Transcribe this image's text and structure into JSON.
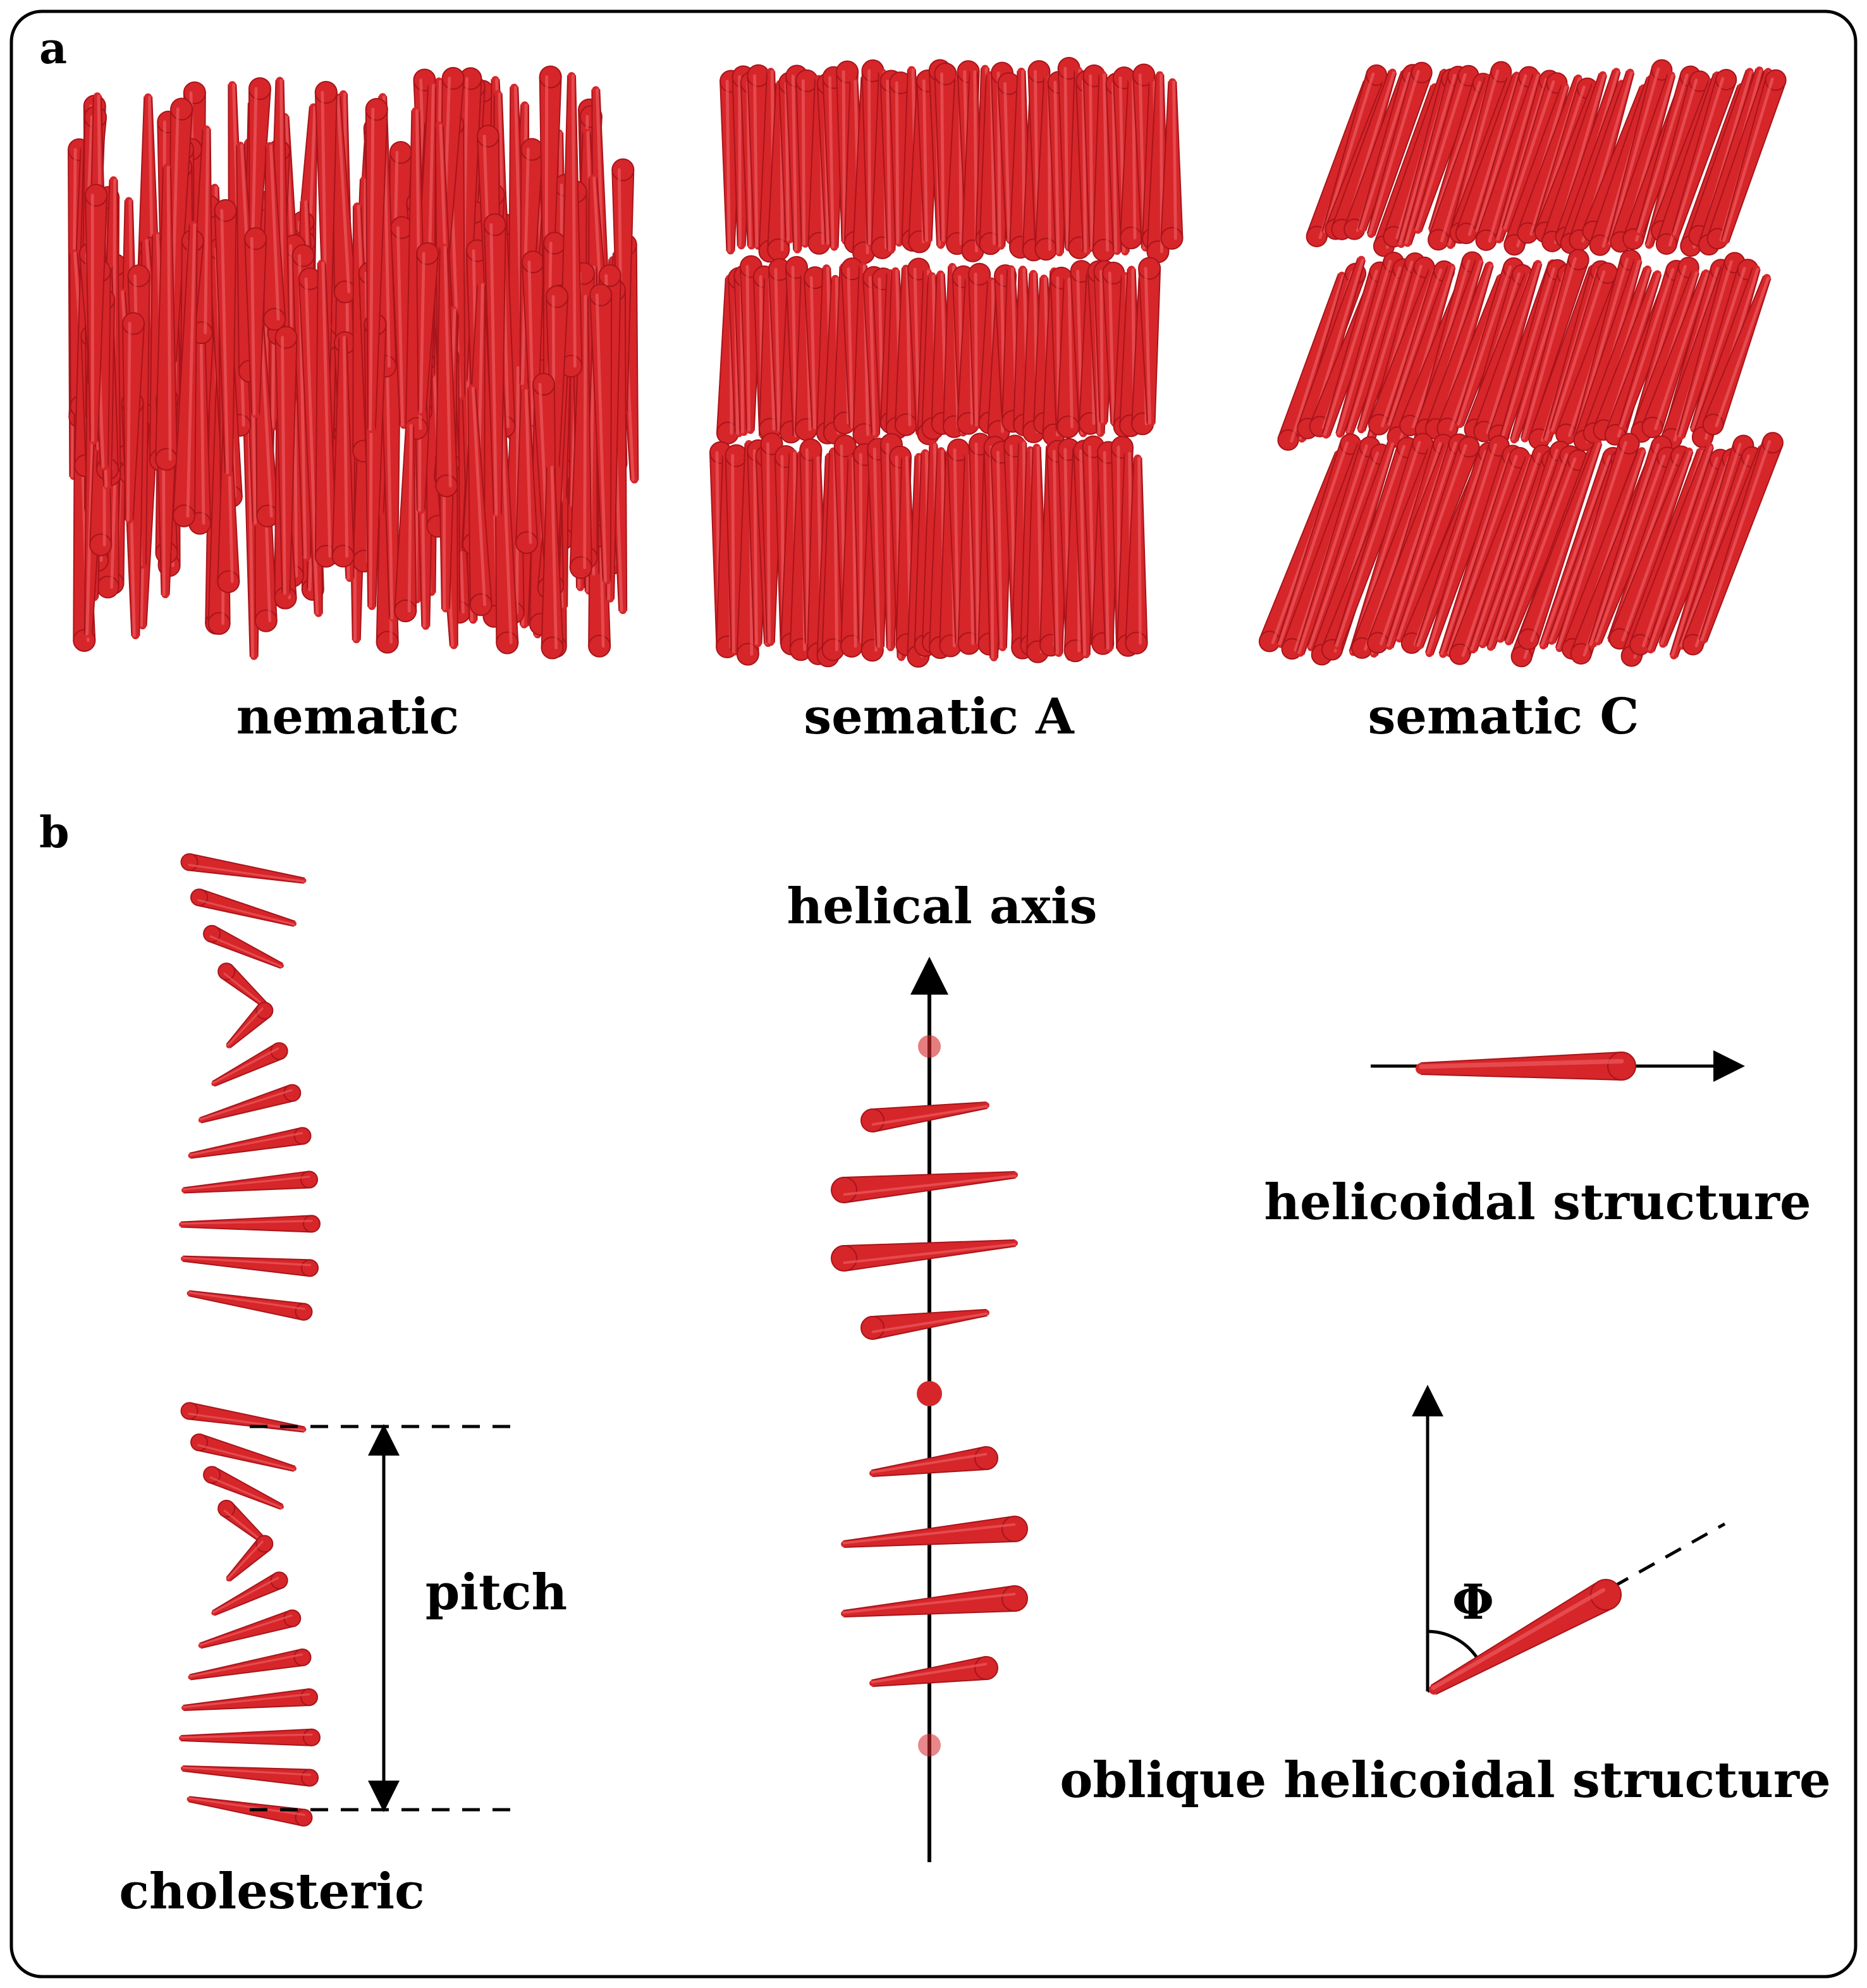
{
  "panels": {
    "a": {
      "label": "a",
      "captions": {
        "nematic": "nematic",
        "smectic_a": "sematic A",
        "smectic_c": "sematic C"
      }
    },
    "b": {
      "label": "b",
      "labels": {
        "pitch": "pitch",
        "cholesteric": "cholesteric",
        "helical_axis": "helical axis",
        "helicoidal": "helicoidal structure",
        "oblique": "oblique helicoidal structure",
        "phi": "Φ"
      }
    }
  },
  "colors": {
    "molecule": "#d6262a",
    "molecule_dark": "#a8141a",
    "molecule_light": "#ec5a5e",
    "line": "#000000",
    "frame": "#000000"
  }
}
